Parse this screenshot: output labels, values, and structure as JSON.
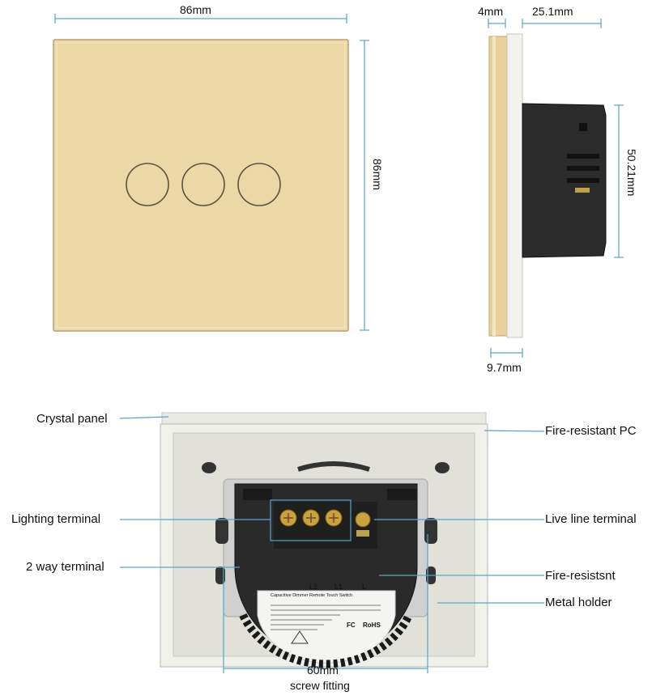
{
  "dimensions": {
    "front_width": "86mm",
    "front_height": "86mm",
    "side_panel_thickness": "4mm",
    "side_depth": "25.1mm",
    "side_box_height": "50.21mm",
    "side_plate_thickness": "9.7mm"
  },
  "callouts": {
    "crystal_panel": "Crystal panel",
    "fire_resistant_pc": "Fire-resistant PC",
    "lighting_terminal": "Lighting terminal",
    "live_line_terminal": "Live line terminal",
    "two_way_terminal": "2 way terminal",
    "fire_resistsnt": "Fire-resistsnt",
    "metal_holder": "Metal holder",
    "screw_size": "60mm",
    "screw_label": "screw fitting"
  },
  "module": {
    "terminals": [
      "L2",
      "L1",
      "L"
    ],
    "title": "Capacitive Dimmer Remote Touch Switch",
    "fc": "FC",
    "rohs": "RoHS"
  },
  "colors": {
    "panel_gold": "#ecd8a6",
    "panel_edge": "#c9b27d",
    "dim_line": "#5aa3c8",
    "housing": "#2a2a2a"
  }
}
